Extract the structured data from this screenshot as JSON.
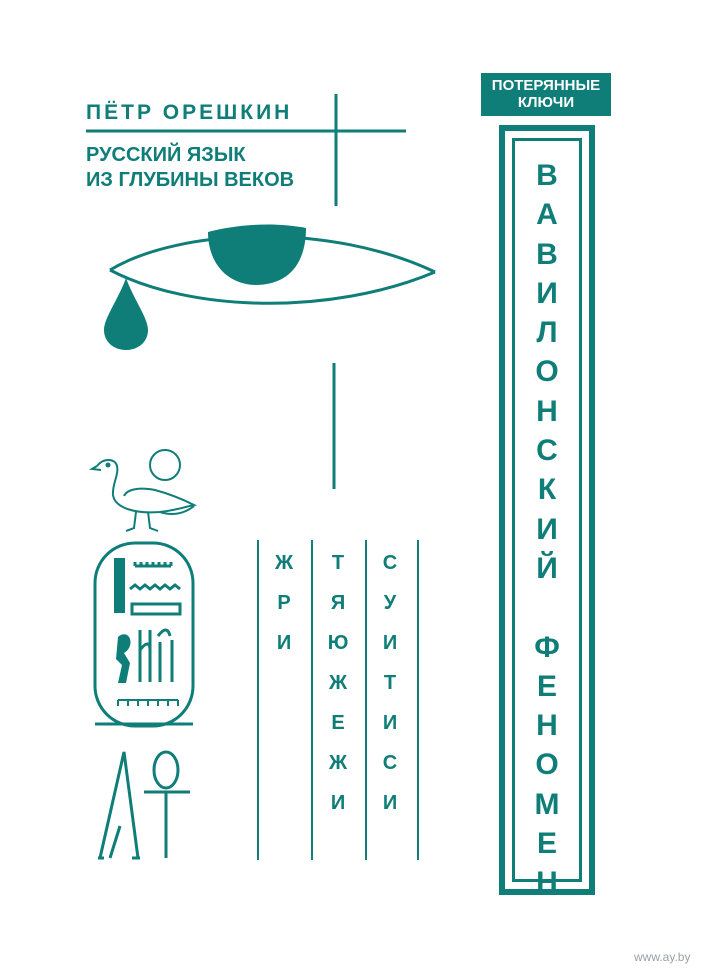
{
  "cover": {
    "author": "ПЁТР ОРЕШКИН",
    "subtitle_line1": "РУССКИЙ ЯЗЫК",
    "subtitle_line2": "ИЗ ГЛУБИНЫ ВЕКОВ",
    "series_line1": "ПОТЕРЯННЫЕ",
    "series_line2": "КЛЮЧИ",
    "vertical_title": [
      "В",
      "А",
      "В",
      "И",
      "Л",
      "О",
      "Н",
      "С",
      "К",
      "И",
      "Й",
      "",
      "Ф",
      "Е",
      "Н",
      "О",
      "М",
      "Е",
      "Н"
    ],
    "columns": [
      [
        "Ж",
        "Р",
        "И"
      ],
      [
        "Т",
        "Я",
        "Ю",
        "Ж",
        "Е",
        "Ж",
        "И"
      ],
      [
        "С",
        "У",
        "И",
        "Т",
        "И",
        "С",
        "И"
      ]
    ],
    "watermark": "www.ay.by"
  },
  "colors": {
    "accent": "#0f7d78",
    "background": "#ffffff"
  },
  "icons": [
    "eye-icon",
    "tear-icon",
    "goose-icon",
    "sun-icon",
    "cartouche-icon",
    "ankh-icon",
    "pyramid-legs-icon"
  ]
}
